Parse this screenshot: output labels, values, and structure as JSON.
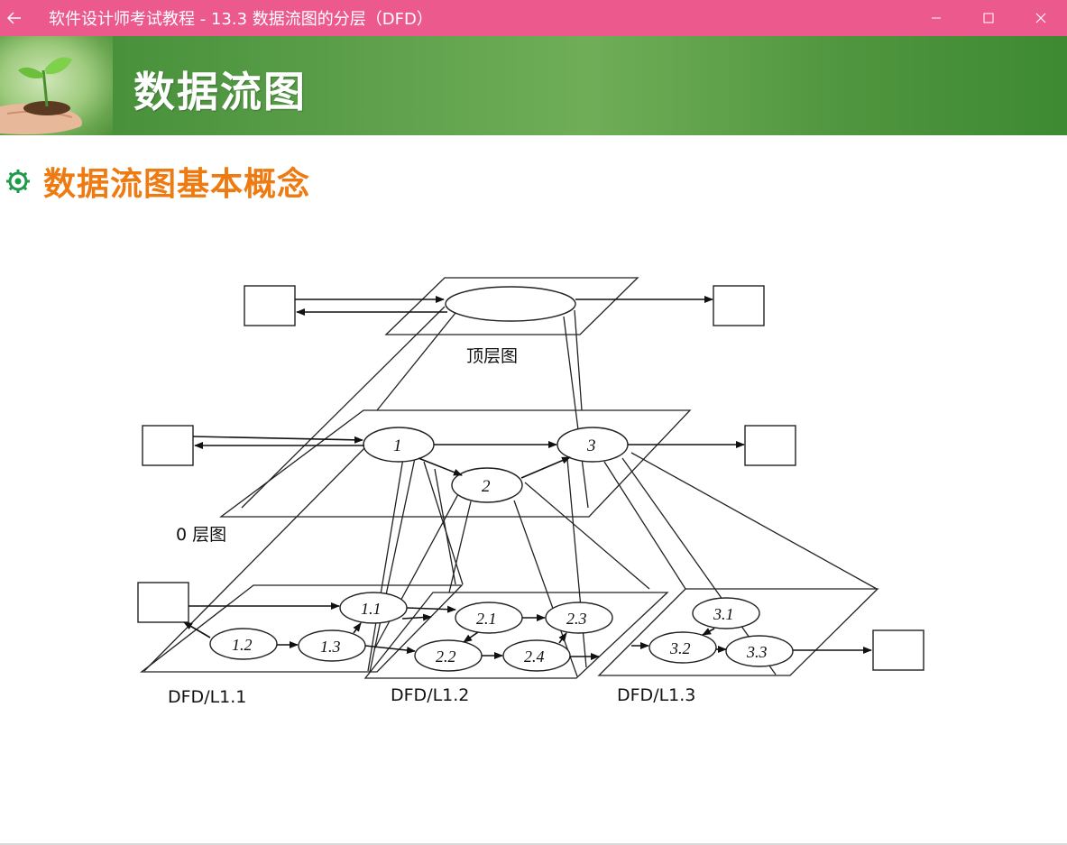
{
  "window": {
    "title": "软件设计师考试教程 - 13.3  数据流图的分层（DFD）",
    "back_icon": "arrow-left-icon",
    "minimize_icon": "minimize-icon",
    "maximize_icon": "maximize-icon",
    "close_icon": "close-icon",
    "accent": "#ec5a8d"
  },
  "slide": {
    "banner_title": "数据流图",
    "subtitle": "数据流图基本概念",
    "subtitle_color": "#ee7a12",
    "banner_color": "#4f953e"
  },
  "diagram": {
    "top_level_label": "顶层图",
    "level0_label": "0 层图",
    "l11_label": "DFD/L1.1",
    "l12_label": "DFD/L1.2",
    "l13_label": "DFD/L1.3",
    "processes_level0": [
      "1",
      "2",
      "3"
    ],
    "processes_l11": [
      "1.1",
      "1.2",
      "1.3"
    ],
    "processes_l12": [
      "2.1",
      "2.2",
      "2.3",
      "2.4"
    ],
    "processes_l13": [
      "3.1",
      "3.2",
      "3.3"
    ]
  }
}
